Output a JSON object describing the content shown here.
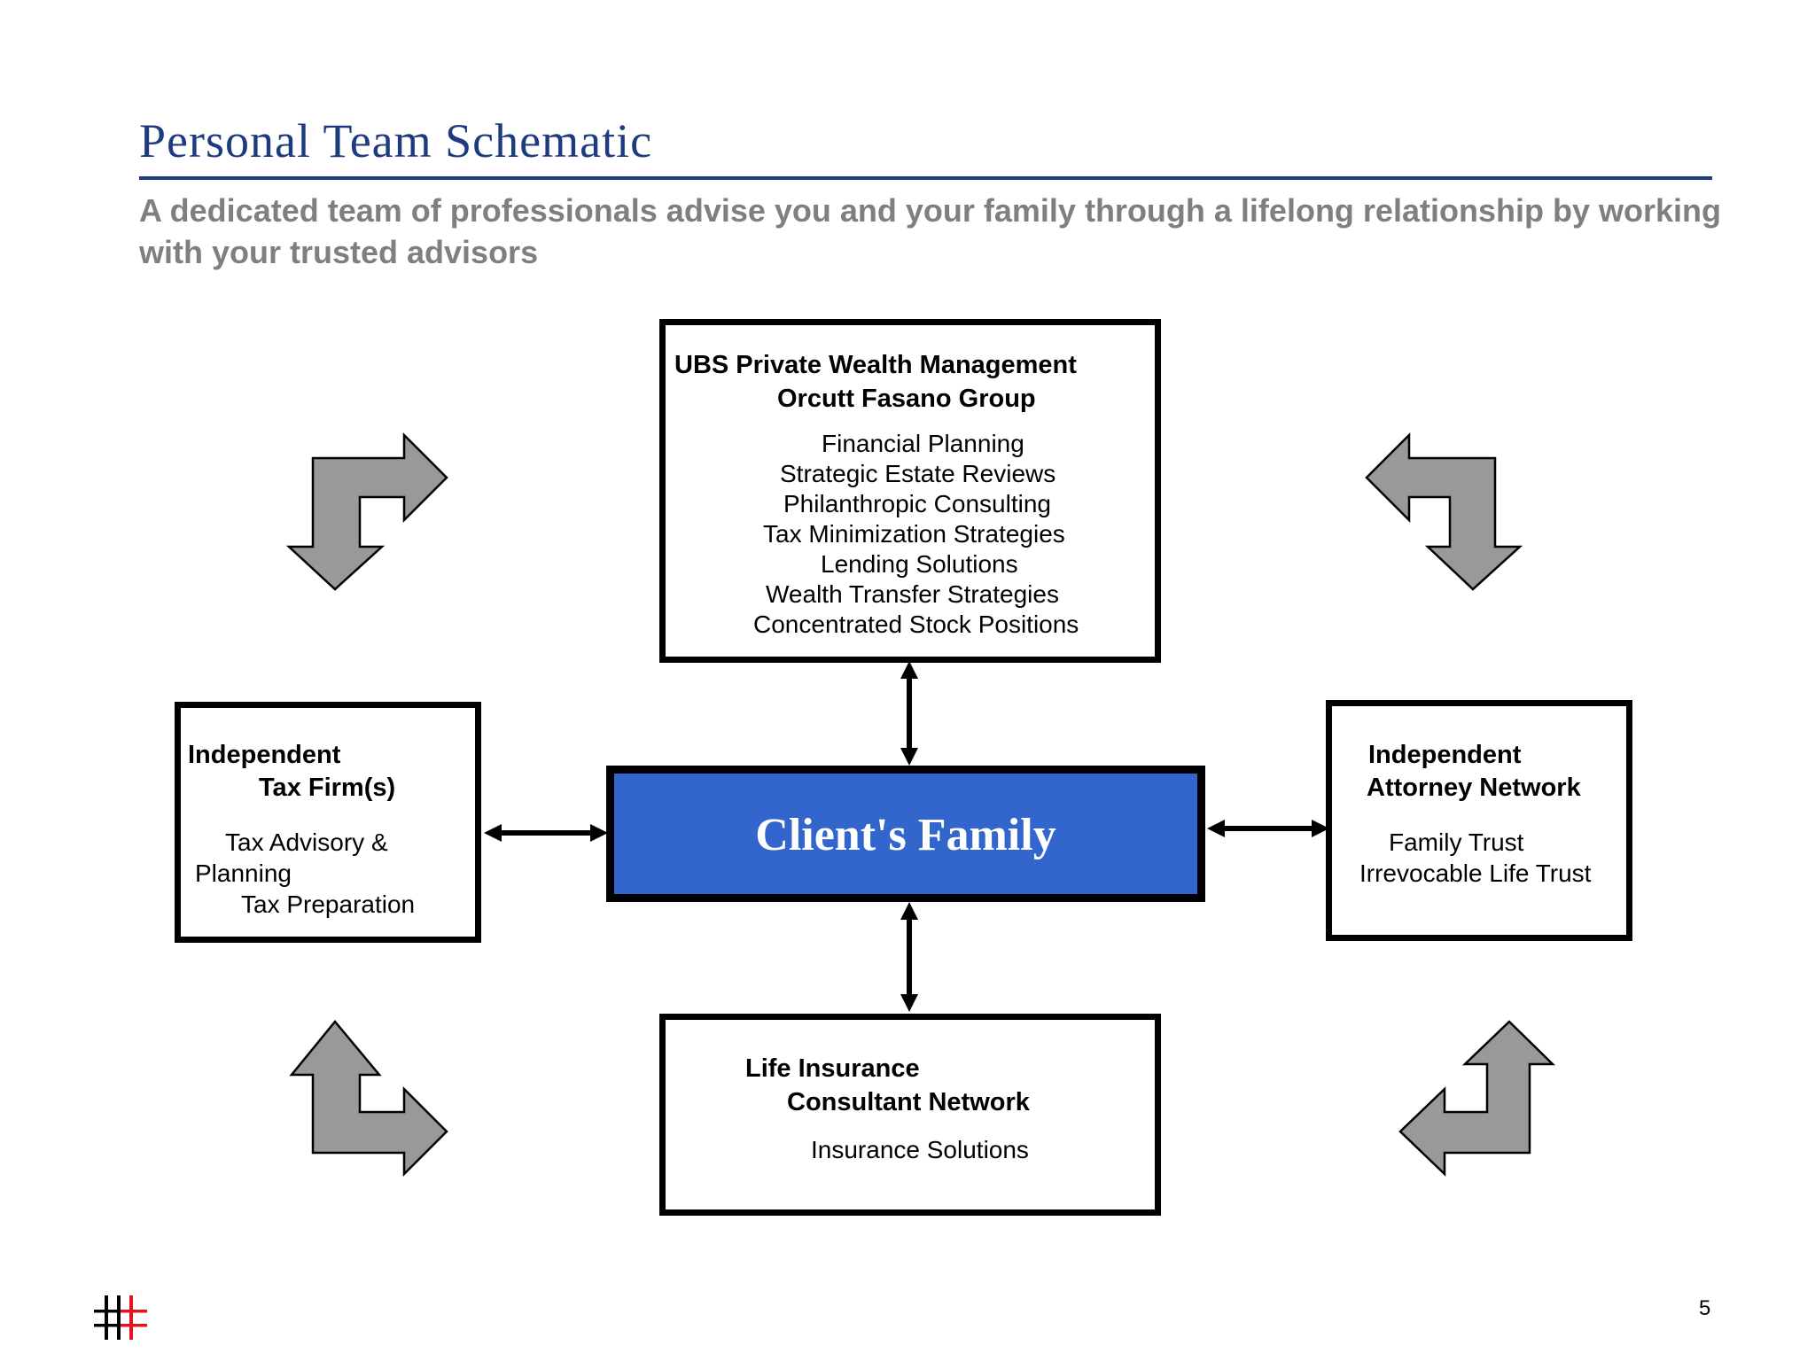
{
  "header": {
    "title": "Personal Team Schematic",
    "subtitle": "A dedicated team of professionals advise you and your family through a lifelong relationship by working with your trusted advisors"
  },
  "diagram": {
    "ubs": {
      "line1": "UBS Private Wealth Management",
      "line2": "Orcutt Fasano Group",
      "services": [
        "Financial Planning",
        "Strategic Estate Reviews",
        "Philanthropic Consulting",
        "Tax Minimization Strategies",
        "Lending Solutions",
        "Wealth Transfer Strategies",
        "Concentrated Stock Positions"
      ]
    },
    "tax": {
      "line1": "Independent",
      "line2": "Tax Firm(s)",
      "services": [
        "Tax Advisory &",
        "Planning",
        "Tax Preparation"
      ]
    },
    "attorney": {
      "line1": "Independent",
      "line2": "Attorney Network",
      "services": [
        "Family Trust",
        "Irrevocable Life Trust"
      ]
    },
    "insurance": {
      "line1": "Life Insurance",
      "line2": "Consultant Network",
      "services": [
        "Insurance Solutions"
      ]
    },
    "center": {
      "label": "Client's Family"
    }
  },
  "colors": {
    "title": "#1f3b80",
    "subtitle": "#7f7f7f",
    "center_fill": "#3366cc",
    "corner_arrow_fill": "#999999",
    "logo_red": "#e8141b"
  },
  "footer": {
    "page_number": "5"
  }
}
